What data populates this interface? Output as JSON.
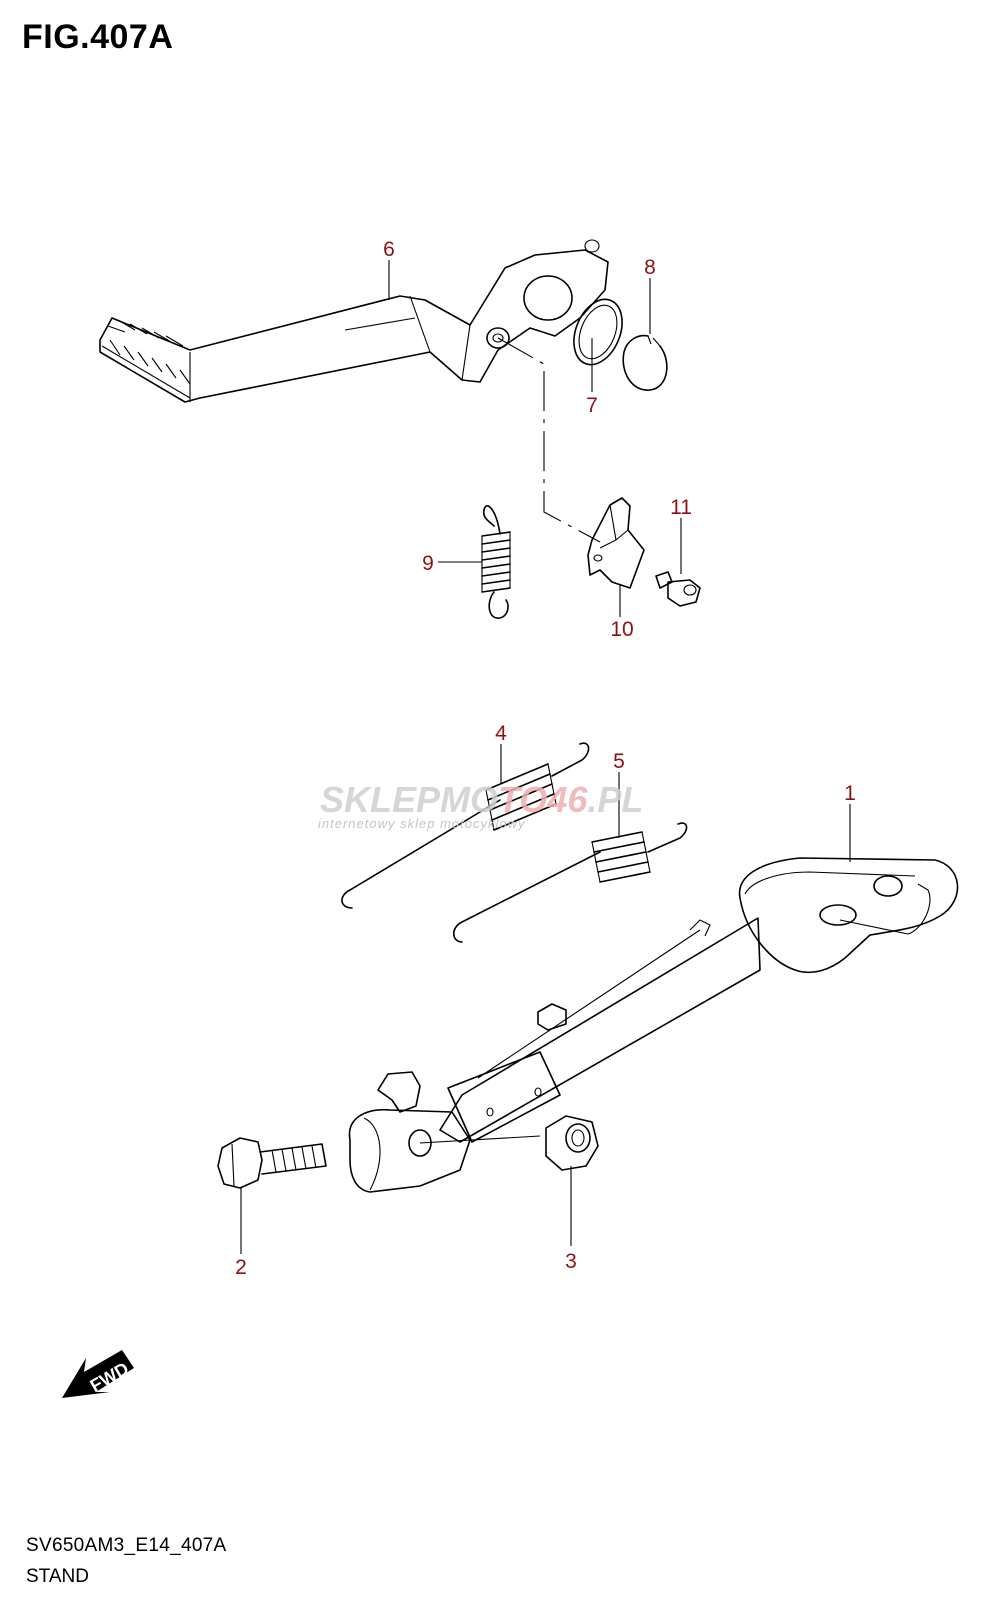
{
  "figure": {
    "title": "FIG.407A",
    "code": "SV650AM3_E14_407A",
    "name": "STAND"
  },
  "watermark": {
    "main_left": "SKLEPMO",
    "main_accent": "TO46",
    "main_right": ".PL",
    "sub": "internetowy sklep motocyklowy"
  },
  "direction_badge": {
    "label": "FWD"
  },
  "callouts": [
    {
      "id": "callout-1",
      "number": "1"
    },
    {
      "id": "callout-2",
      "number": "2"
    },
    {
      "id": "callout-3",
      "number": "3"
    },
    {
      "id": "callout-4",
      "number": "4"
    },
    {
      "id": "callout-5",
      "number": "5"
    },
    {
      "id": "callout-6",
      "number": "6"
    },
    {
      "id": "callout-7",
      "number": "7"
    },
    {
      "id": "callout-8",
      "number": "8"
    },
    {
      "id": "callout-9",
      "number": "9"
    },
    {
      "id": "callout-10",
      "number": "10"
    },
    {
      "id": "callout-11",
      "number": "11"
    }
  ],
  "colors": {
    "callout": "#8b1212",
    "line": "#000000",
    "watermark_accent": "#e07a7a"
  }
}
